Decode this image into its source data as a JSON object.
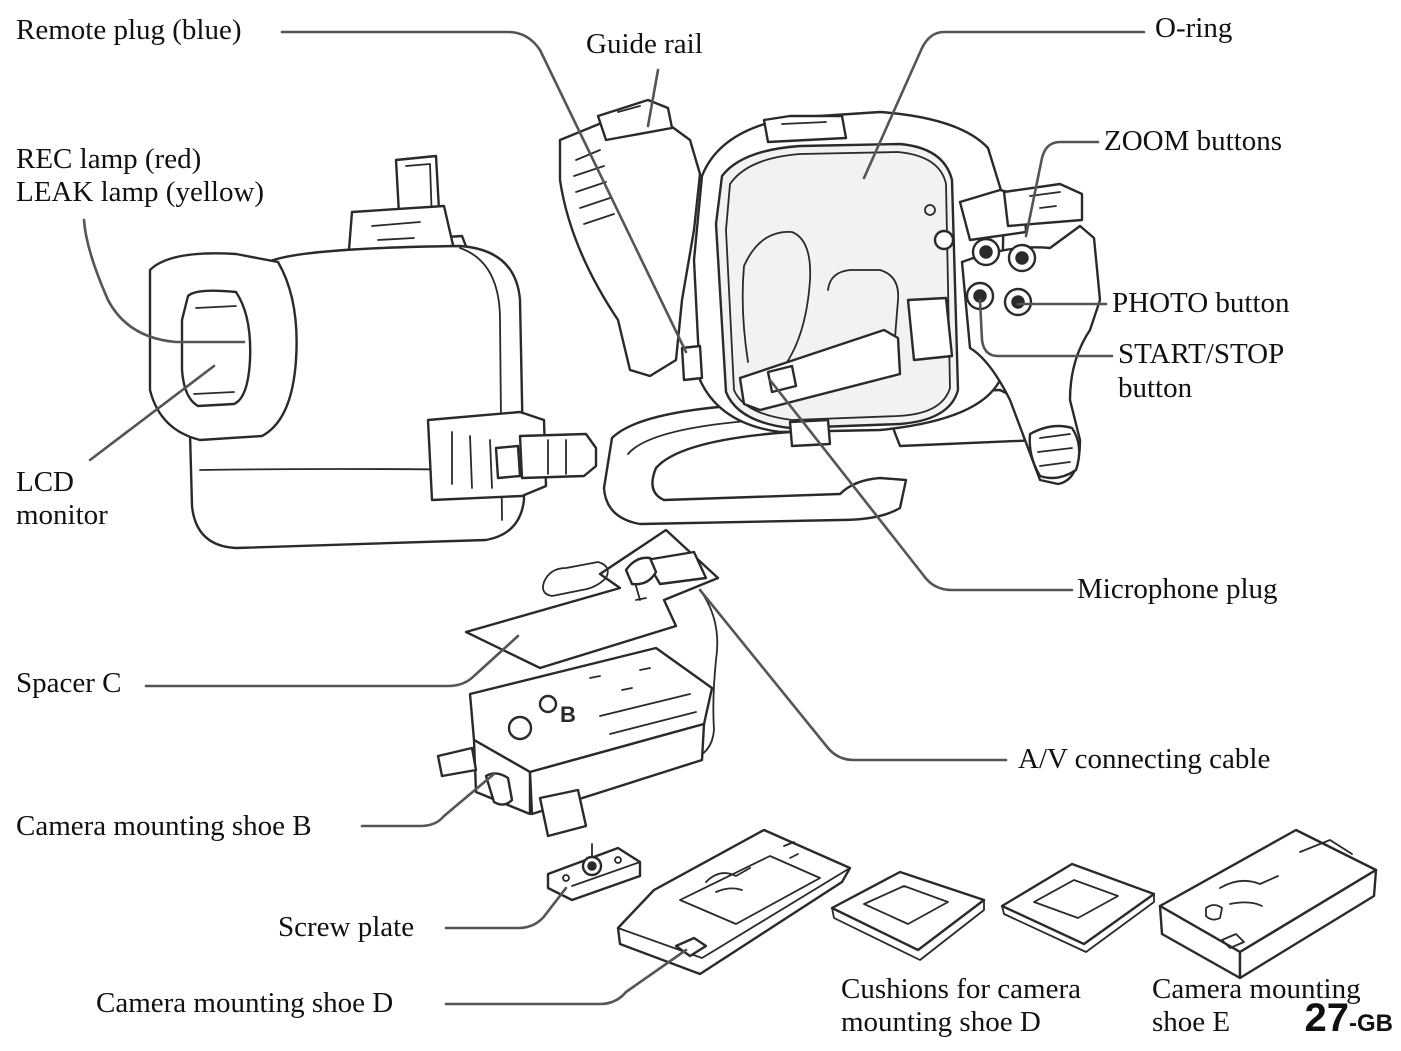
{
  "labels": {
    "remote_plug": "Remote plug (blue)",
    "guide_rail": "Guide rail",
    "o_ring": "O-ring",
    "rec_lamp": "REC lamp (red)",
    "leak_lamp": "LEAK lamp (yellow)",
    "zoom_buttons": "ZOOM buttons",
    "photo_button": "PHOTO button",
    "start_stop_line1": "START/STOP",
    "start_stop_line2": "button",
    "lcd_line1": "LCD",
    "lcd_line2": "monitor",
    "microphone_plug": "Microphone plug",
    "spacer_c": "Spacer C",
    "av_cable": "A/V connecting cable",
    "shoe_b": "Camera mounting shoe B",
    "screw_plate": "Screw plate",
    "shoe_d": "Camera mounting shoe D",
    "cushions_line1": "Cushions for camera",
    "cushions_line2": "mounting shoe D",
    "shoe_e_line1": "Camera mounting",
    "shoe_e_line2": "shoe E"
  },
  "shoe_b_letter": "B",
  "page_number": {
    "number": "27",
    "suffix": "-GB"
  }
}
